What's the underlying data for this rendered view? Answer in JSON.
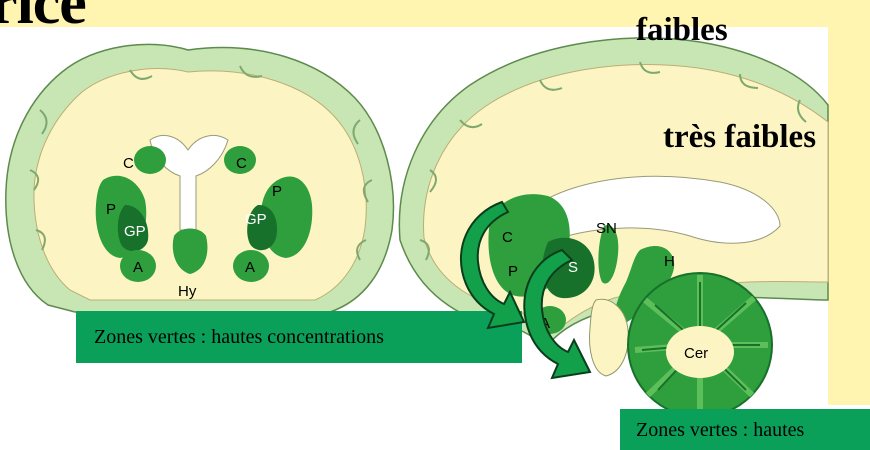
{
  "title_fragment": "rice",
  "intensity_labels": {
    "weak": "faibles",
    "very_weak": "très faibles"
  },
  "legend": {
    "main": "Zones vertes : hautes concentrations",
    "corner": "Zones vertes : hautes"
  },
  "coronal_labels": [
    "C",
    "C",
    "P",
    "P",
    "GP",
    "GP",
    "A",
    "A",
    "Hy"
  ],
  "sagittal_labels": [
    "SN",
    "C",
    "P",
    "S",
    "H",
    "A",
    "Cer"
  ],
  "colors": {
    "background_band": "#fff5b0",
    "cortex": "#c8e6b4",
    "white_matter": "#fcf5c3",
    "region_green": "#2f9e3c",
    "region_dark": "#17712a",
    "legend_box": "#0aa05a",
    "arrow": "#13a04a"
  }
}
